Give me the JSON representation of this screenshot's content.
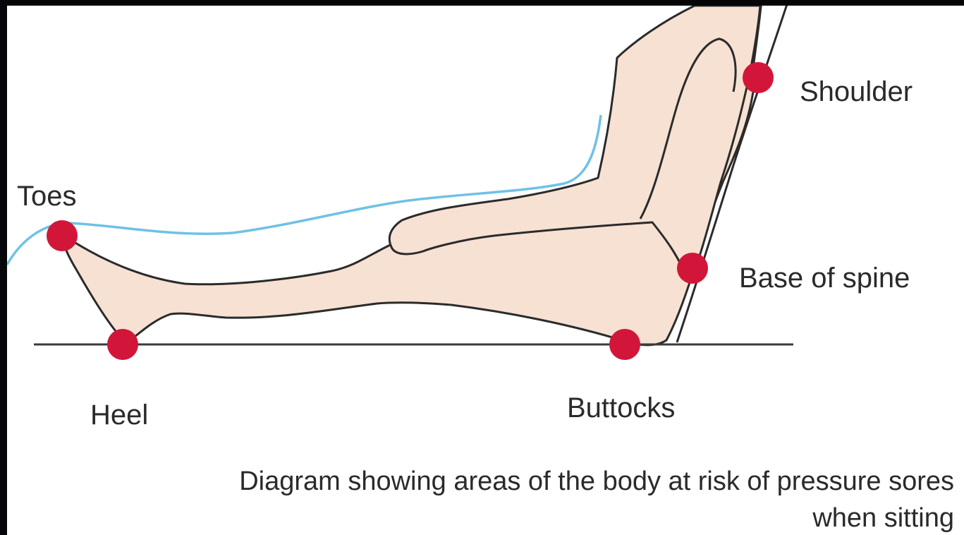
{
  "labels": {
    "toes": "Toes",
    "heel": "Heel",
    "buttocks": "Buttocks",
    "base_of_spine": "Base of spine",
    "shoulder": "Shoulder"
  },
  "caption": {
    "line1": "Diagram showing areas of the  body at risk of pressure sores",
    "line2": "when sitting"
  },
  "colors": {
    "skin": "#f7e1d3",
    "outline": "#2b2b2b",
    "pressure_point": "#d2163a",
    "blanket": "#6fc1e6",
    "background": "#ffffff"
  }
}
